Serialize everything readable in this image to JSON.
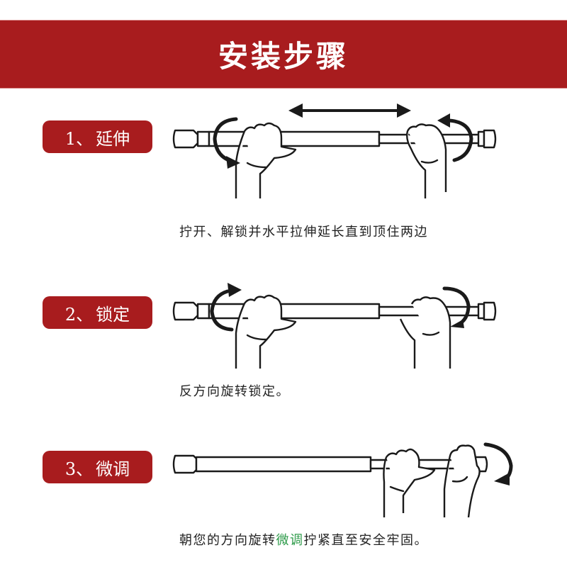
{
  "header": {
    "title": "安装步骤"
  },
  "colors": {
    "brand_red": "#a81c1e",
    "highlight_green": "#2e9b4a",
    "text": "#222222"
  },
  "steps": [
    {
      "number": "1、",
      "label": "延伸",
      "caption": "拧开、解锁并水平拉伸延长直到顶住两边",
      "illustration": "hands-extend-rod"
    },
    {
      "number": "2、",
      "label": "锁定",
      "caption": "反方向旋转锁定。",
      "illustration": "hands-lock-rod"
    },
    {
      "number": "3、",
      "label": "微调",
      "caption_before": "朝您的方向旋转",
      "caption_highlight": "微调",
      "caption_after": "拧紧直至安全牢固。",
      "illustration": "hand-fine-tune-rod"
    }
  ]
}
